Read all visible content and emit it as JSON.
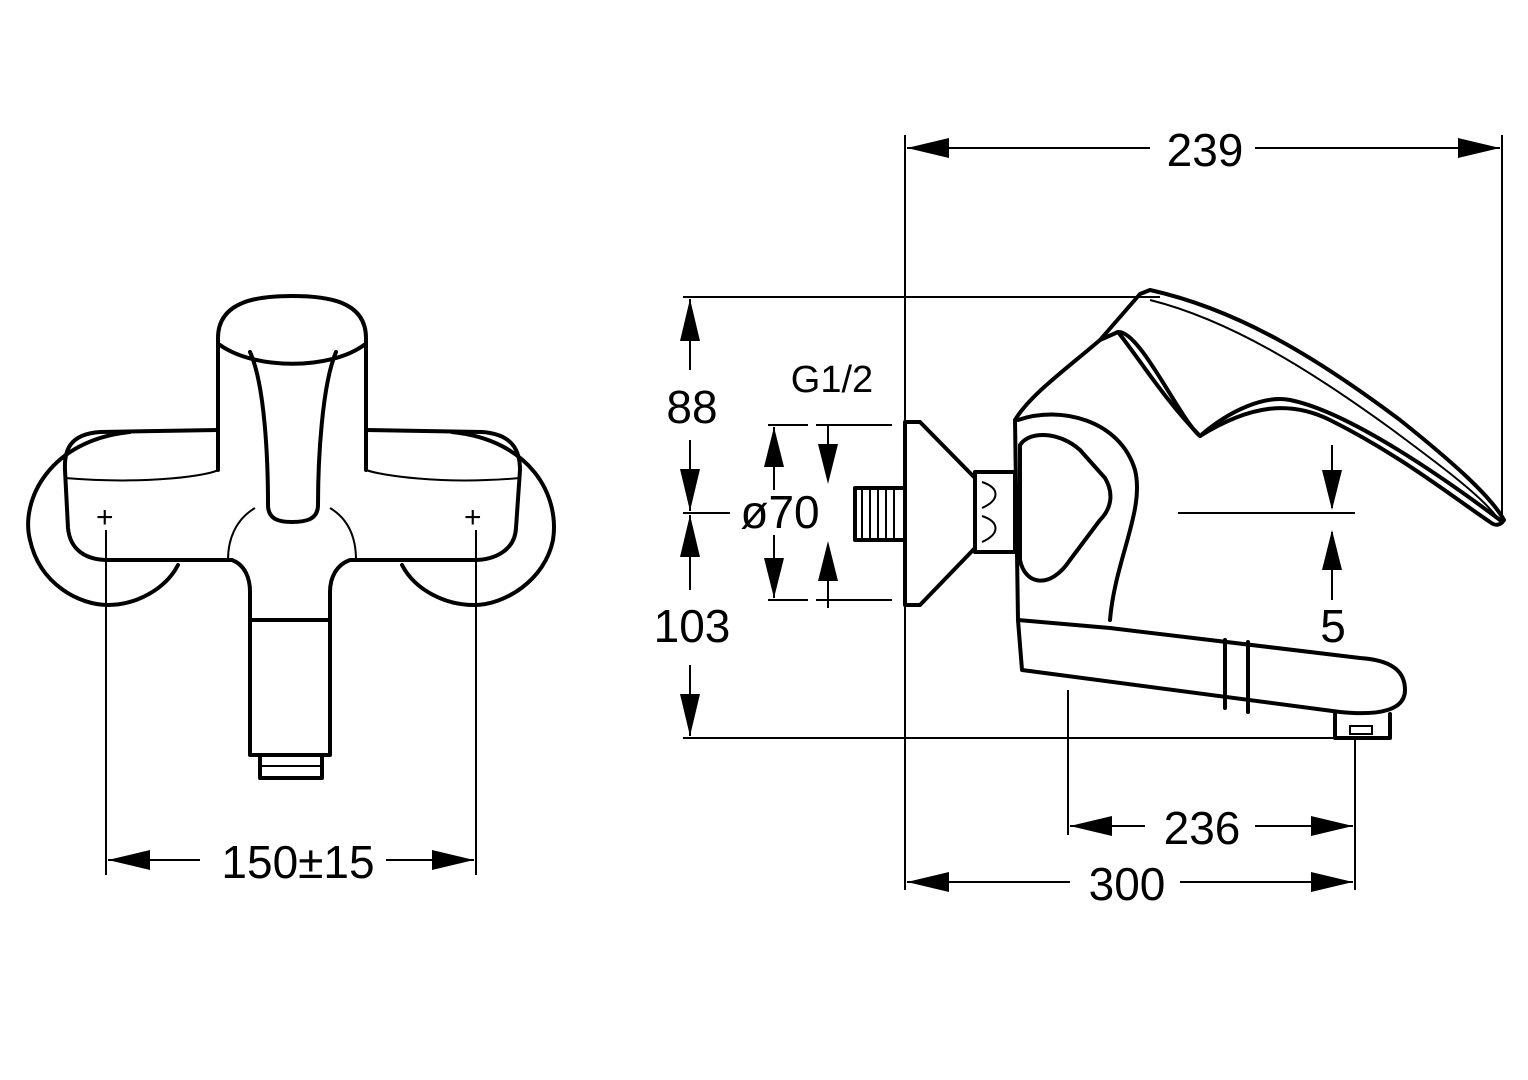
{
  "dimensions": {
    "centers": "150±15",
    "total_depth": "239",
    "height_top": "88",
    "height_bottom": "103",
    "thread": "G1/2",
    "flange_diameter": "ø70",
    "handle_clearance": "5",
    "spout_reach": "236",
    "total_length": "300"
  },
  "markers": {
    "left_center": "+",
    "right_center": "+"
  }
}
